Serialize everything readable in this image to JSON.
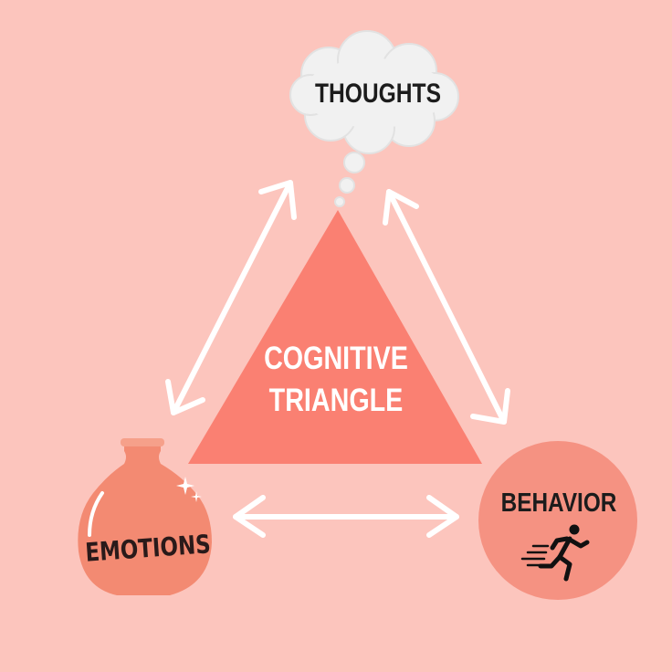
{
  "diagram": {
    "center_line1": "COGNITIVE",
    "center_line2": "TRIANGLE",
    "thoughts": "THOUGHTS",
    "behavior": "BEHAVIOR",
    "emotions": "EMOTIONS"
  },
  "colors": {
    "background": "#fcc5bd",
    "triangle": "#fa8072",
    "behavior_circle": "#f59282",
    "emotions_vase": "#f38a72",
    "cloud": "#f1f1f1",
    "arrows": "#ffffff",
    "text_dark": "#1c1c1c",
    "text_light": "#ffffff"
  },
  "icons": {
    "behavior": "running-person-icon",
    "thoughts": "thought-cloud-icon",
    "emotions": "vase-icon"
  }
}
